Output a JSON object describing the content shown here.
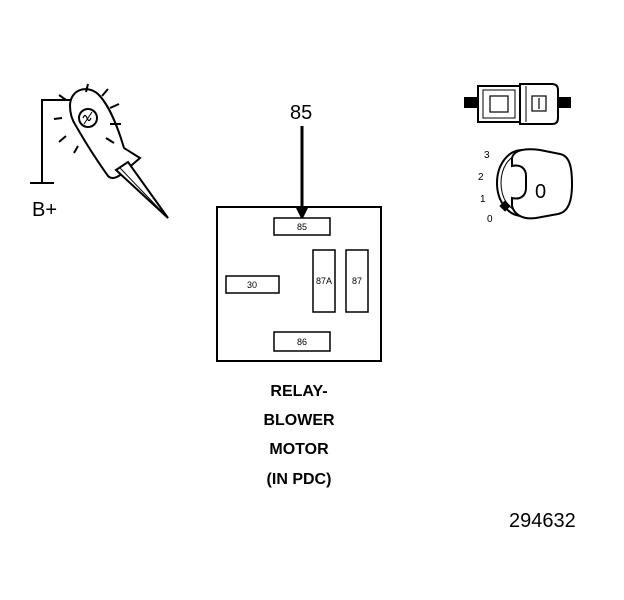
{
  "probe": {
    "supply_label": "B+"
  },
  "relay": {
    "arrow_label": "85",
    "pins": {
      "p85": "85",
      "p30": "30",
      "p87a": "87A",
      "p87": "87",
      "p86": "86"
    },
    "caption": [
      "RELAY-",
      "BLOWER",
      "MOTOR",
      "(IN PDC)"
    ]
  },
  "ignition": {
    "positions": [
      "3",
      "2",
      "1",
      "0"
    ],
    "key_position_label": "0"
  },
  "figure_number": "294632"
}
